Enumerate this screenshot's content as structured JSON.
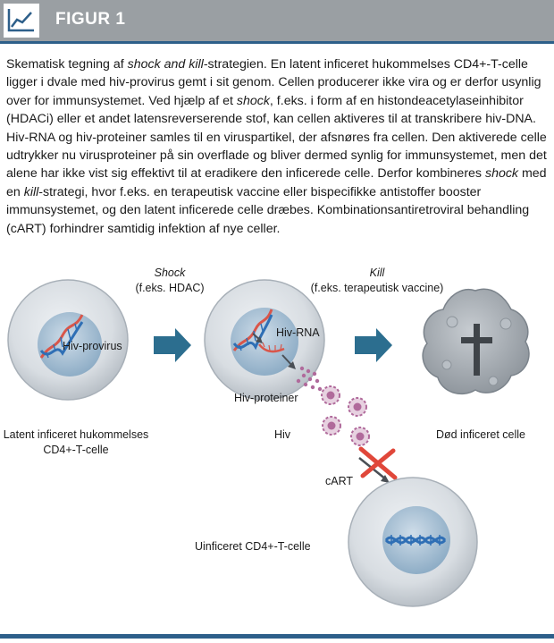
{
  "header": {
    "title": "FIGUR 1",
    "icon": "line-chart-icon"
  },
  "caption": {
    "parts": [
      {
        "text": "Skematisk tegning af ",
        "em": false
      },
      {
        "text": "shock and kill",
        "em": true
      },
      {
        "text": "-strategien. En latent inficeret hukommelses CD4+-T-celle ligger i dvale med hiv-provirus gemt i sit genom. Cellen producerer ikke vira og er derfor usynlig over for immunsystemet. Ved hjælp af et ",
        "em": false
      },
      {
        "text": "shock",
        "em": true
      },
      {
        "text": ", f.eks. i form af en histondeacetylaseinhibitor (HDACi) eller et andet latensreverserende stof, kan cellen aktiveres til at transkribere hiv-DNA. Hiv-RNA og hiv-proteiner samles til en viruspartikel, der afsnøres fra cellen. Den aktiverede celle udtrykker nu virusproteiner på sin overflade og bliver dermed synlig for immunsystemet, men det alene har ikke vist sig effektivt til at eradikere den inficerede celle. Derfor kombineres ",
        "em": false
      },
      {
        "text": "shock",
        "em": true
      },
      {
        "text": " med en ",
        "em": false
      },
      {
        "text": "kill",
        "em": true
      },
      {
        "text": "-strategi, hvor f.eks. en terapeutisk vaccine eller bispecifikke antistoffer booster immunsystemet, og den latent inficerede celle dræbes. Kombinationsantiretroviral behandling (cART) forhindrer samtidig infektion af nye celler.",
        "em": false
      }
    ]
  },
  "diagram": {
    "shock_title": "Shock",
    "shock_sub": "(f.eks. HDAC)",
    "kill_title": "Kill",
    "kill_sub": "(f.eks. terapeutisk vaccine)",
    "provirus_label": "Hiv-provirus",
    "rna_label": "Hiv-RNA",
    "proteins_label": "Hiv-proteiner",
    "latent_cell_line1": "Latent inficeret hukommelses",
    "latent_cell_line2": "CD4+-T-celle",
    "hiv_label": "Hiv",
    "dead_cell_label": "Død inficeret celle",
    "cart_label": "cART",
    "uninfected_label": "Uinficeret CD4+-T-celle"
  },
  "colors": {
    "header_bg": "#9a9fa3",
    "accent_blue": "#2d5f8a",
    "arrow_blue": "#2c6e8f",
    "cell_gray": "#d8dde2",
    "nucleus_blue": "#9cb8cf",
    "dna_red": "#d9564a",
    "dna_blue": "#2f6fb5",
    "virus_purple": "#b06a9b",
    "cross_red": "#e0473a"
  }
}
